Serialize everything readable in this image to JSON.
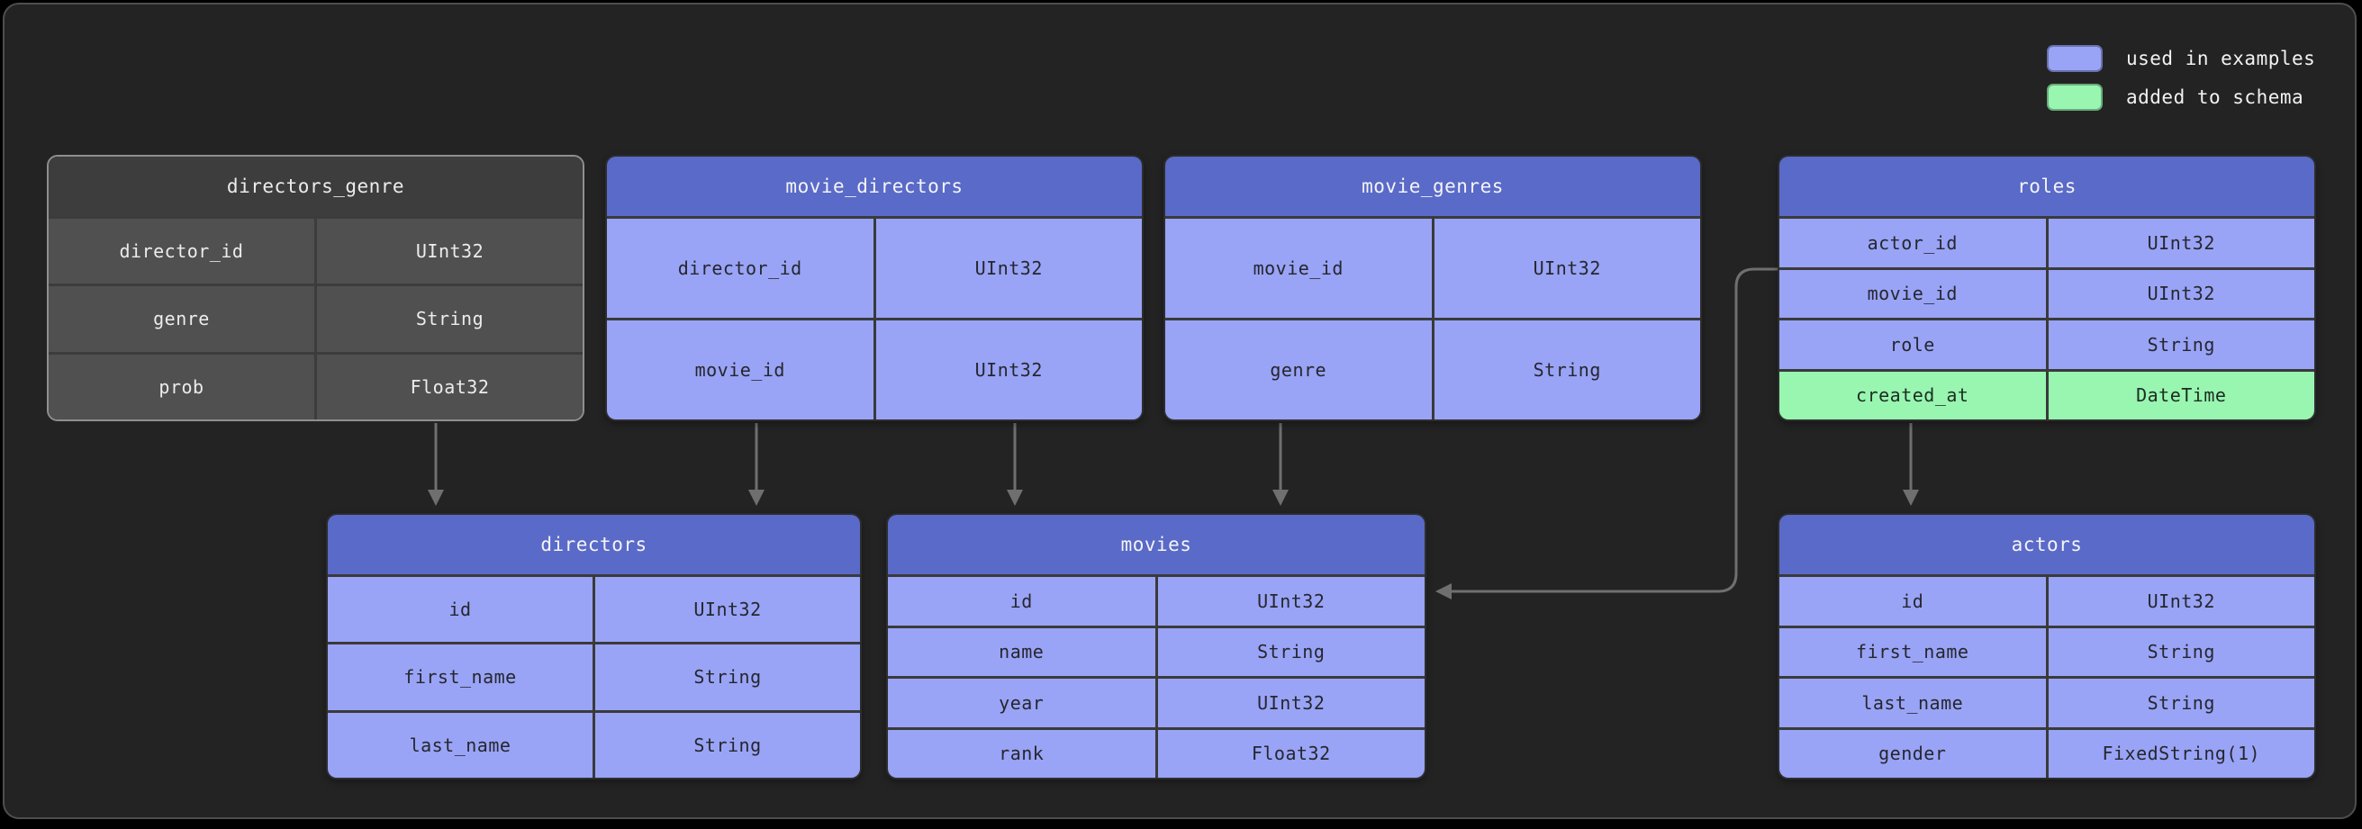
{
  "diagram": {
    "type": "database-schema",
    "legend": [
      {
        "label": "used in examples",
        "color": "#99a4f6"
      },
      {
        "label": "added to schema",
        "color": "#98f6b0"
      }
    ],
    "tables": [
      {
        "name": "directors_genre",
        "style": "plain",
        "columns": [
          {
            "field": "director_id",
            "type": "UInt32"
          },
          {
            "field": "genre",
            "type": "String"
          },
          {
            "field": "prob",
            "type": "Float32"
          }
        ]
      },
      {
        "name": "movie_directors",
        "style": "used-in-examples",
        "columns": [
          {
            "field": "director_id",
            "type": "UInt32"
          },
          {
            "field": "movie_id",
            "type": "UInt32"
          }
        ]
      },
      {
        "name": "movie_genres",
        "style": "used-in-examples",
        "columns": [
          {
            "field": "movie_id",
            "type": "UInt32"
          },
          {
            "field": "genre",
            "type": "String"
          }
        ]
      },
      {
        "name": "roles",
        "style": "used-in-examples",
        "columns": [
          {
            "field": "actor_id",
            "type": "UInt32"
          },
          {
            "field": "movie_id",
            "type": "UInt32"
          },
          {
            "field": "role",
            "type": "String"
          },
          {
            "field": "created_at",
            "type": "DateTime",
            "style": "added-to-schema"
          }
        ]
      },
      {
        "name": "directors",
        "style": "used-in-examples",
        "columns": [
          {
            "field": "id",
            "type": "UInt32"
          },
          {
            "field": "first_name",
            "type": "String"
          },
          {
            "field": "last_name",
            "type": "String"
          }
        ]
      },
      {
        "name": "movies",
        "style": "used-in-examples",
        "columns": [
          {
            "field": "id",
            "type": "UInt32"
          },
          {
            "field": "name",
            "type": "String"
          },
          {
            "field": "year",
            "type": "UInt32"
          },
          {
            "field": "rank",
            "type": "Float32"
          }
        ]
      },
      {
        "name": "actors",
        "style": "used-in-examples",
        "columns": [
          {
            "field": "id",
            "type": "UInt32"
          },
          {
            "field": "first_name",
            "type": "String"
          },
          {
            "field": "last_name",
            "type": "String"
          },
          {
            "field": "gender",
            "type": "FixedString(1)"
          }
        ]
      }
    ],
    "relations": [
      {
        "from": "directors_genre",
        "to": "directors"
      },
      {
        "from": "movie_directors",
        "to": "directors"
      },
      {
        "from": "movie_directors",
        "to": "movies"
      },
      {
        "from": "movie_genres",
        "to": "movies"
      },
      {
        "from": "roles",
        "to": "movies"
      },
      {
        "from": "roles",
        "to": "actors"
      }
    ],
    "colors": {
      "used_row": "#99a4f6",
      "used_header": "#5a6ac8",
      "added_row": "#98f6b0",
      "plain_row": "#505050",
      "plain_header": "#3d3d3d",
      "panel_bg": "#232323",
      "arrow": "#6f6f6f"
    }
  }
}
